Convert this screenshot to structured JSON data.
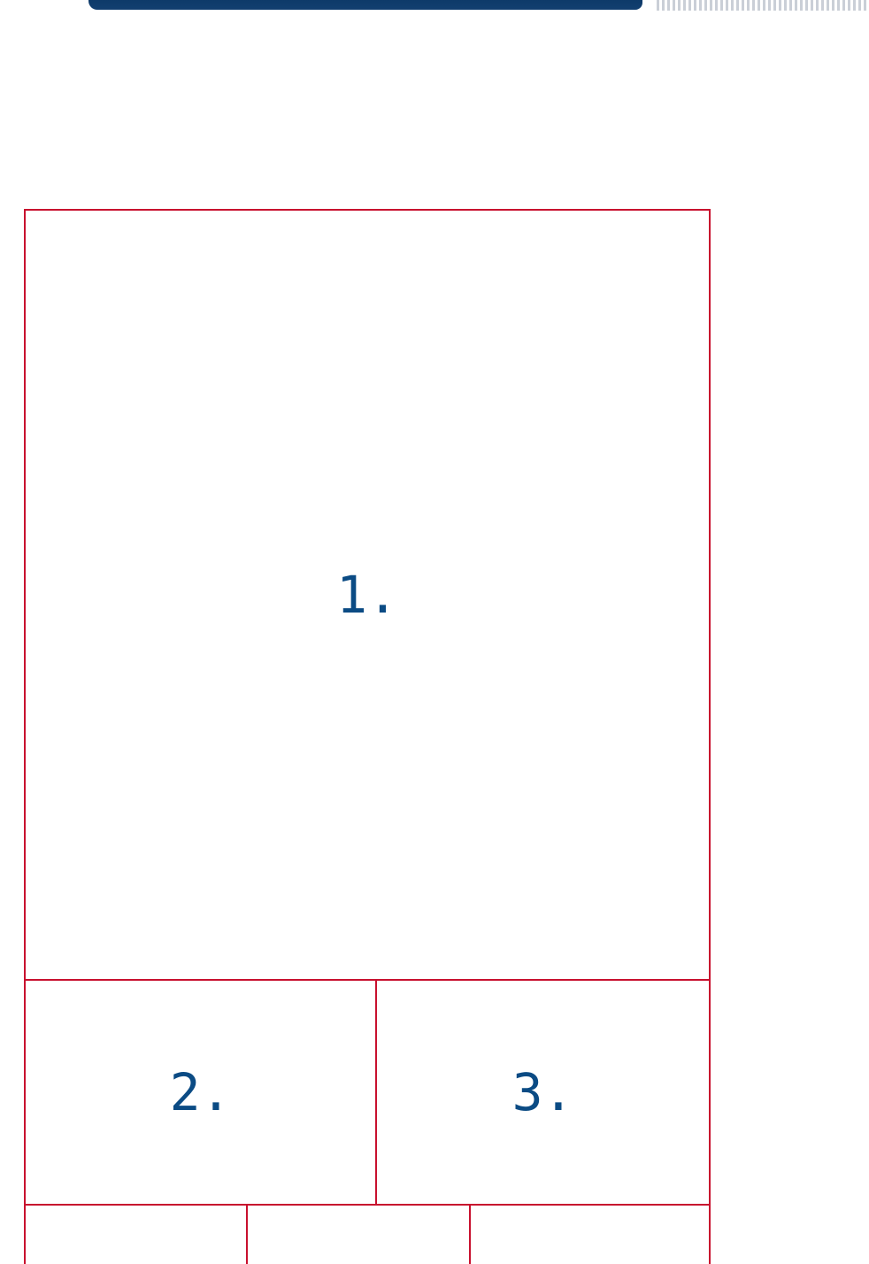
{
  "colors": {
    "frame": "#c8102e",
    "label": "#0b4b84",
    "banner": "#0d3a69"
  },
  "panels": {
    "large": {
      "label": "1."
    },
    "middle_left": {
      "label": "2."
    },
    "middle_right": {
      "label": "3."
    }
  }
}
